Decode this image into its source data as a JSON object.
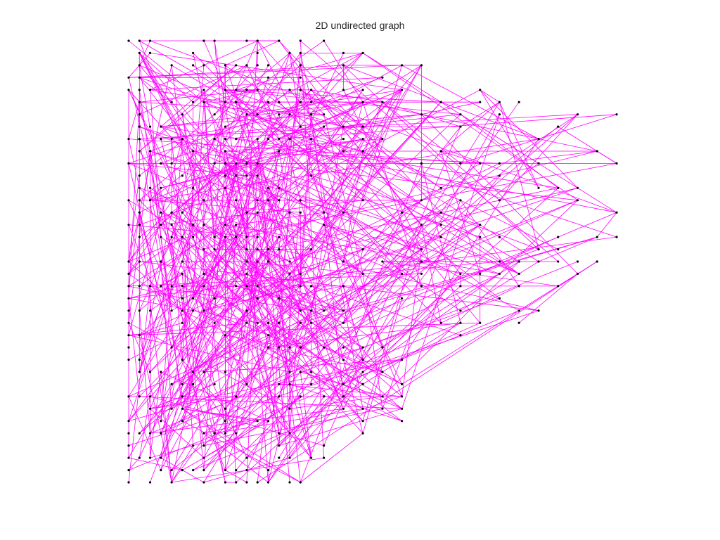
{
  "title": "2D undirected graph",
  "colors": {
    "edge": "#ff00ff",
    "node": "#000000",
    "background": "#ffffff"
  },
  "graph": {
    "xrange": [
      0,
      100
    ],
    "yrange": [
      0,
      100
    ],
    "node_count": 420,
    "edge_count": 700,
    "seed": 20240611
  }
}
